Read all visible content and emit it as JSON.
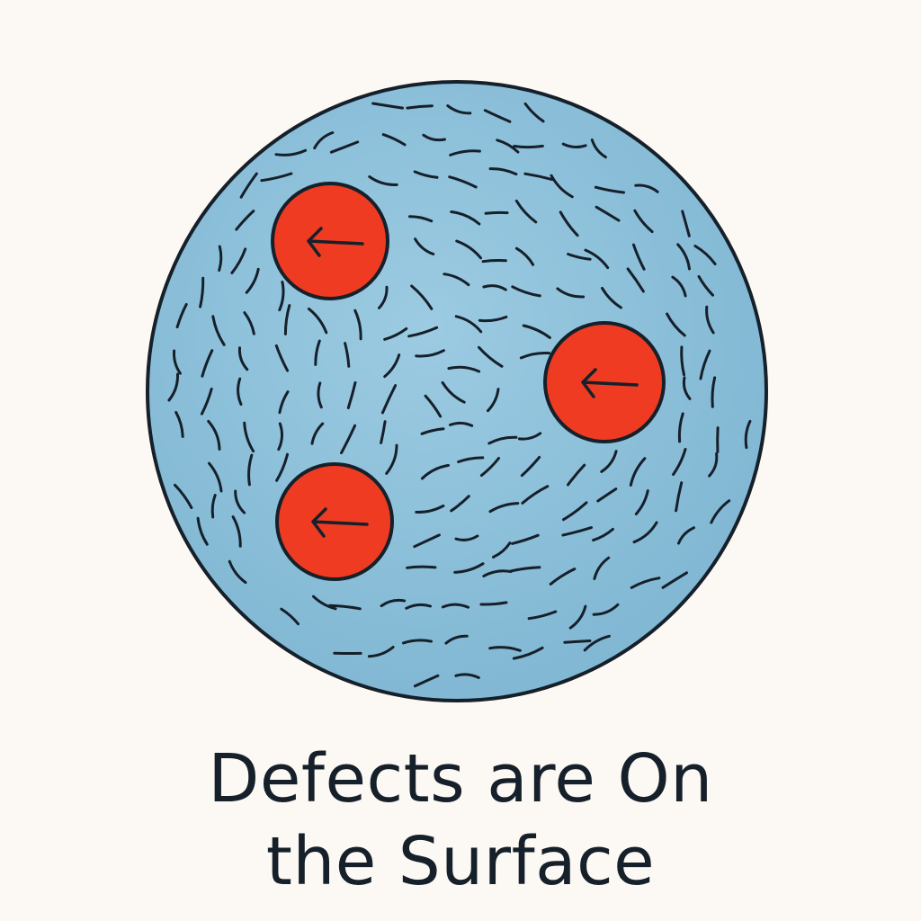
{
  "caption": {
    "line1": "Defects are On",
    "line2": "the Surface"
  },
  "colors": {
    "background": "#fcf8f3",
    "sphere_fill": "#8cc0da",
    "sphere_outline": "#16202a",
    "director_dash": "#16202a",
    "defect_fill": "#ee3b22",
    "defect_outline": "#16202a",
    "arrow": "#16202a"
  },
  "icons": {
    "defect_arrow": "left-arrow-icon"
  },
  "defects": [
    {
      "name": "defect-top-left",
      "arrow": "left"
    },
    {
      "name": "defect-right",
      "arrow": "left"
    },
    {
      "name": "defect-bottom-left",
      "arrow": "left"
    }
  ]
}
